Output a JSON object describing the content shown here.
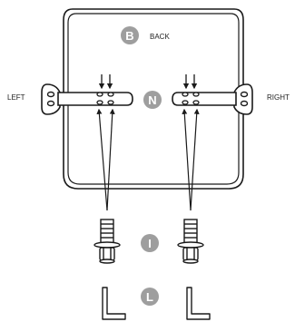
{
  "labels": {
    "back": "BACK",
    "left": "LEFT",
    "right": "RIGHT"
  },
  "badges": {
    "back": "B",
    "bracket": "N",
    "screws": "I",
    "wrenches": "L"
  },
  "colors": {
    "line": "#1a1a1a",
    "badge": "#9e9e9e",
    "panel": "#ffffff"
  }
}
